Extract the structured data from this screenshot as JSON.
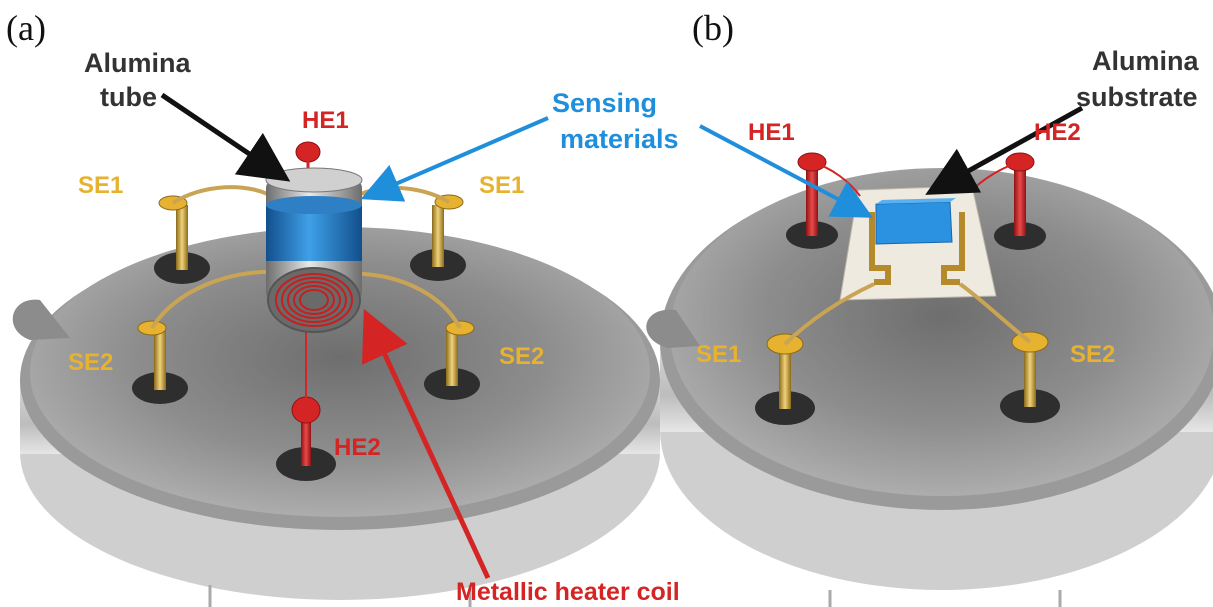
{
  "panel_a": {
    "panel_label": "(a)",
    "alumina_tube_label_line1": "Alumina",
    "alumina_tube_label_line2": "tube",
    "he1": "HE1",
    "he2": "HE2",
    "se1_left": "SE1",
    "se1_right": "SE1",
    "se2_left": "SE2",
    "se2_right": "SE2",
    "sensing_label_line1": "Sensing",
    "sensing_label_line2": "materials",
    "heater_label": "Metallic heater coil"
  },
  "panel_b": {
    "panel_label": "(b)",
    "alumina_substrate_label_line1": "Alumina",
    "alumina_substrate_label_line2": "substrate",
    "he1": "HE1",
    "he2": "HE2",
    "se1": "SE1",
    "se2": "SE2"
  },
  "colors": {
    "heater_red": "#d42424",
    "sensing_blue": "#1f8fdc",
    "electrode_gold": "#e6b230",
    "label_dark": "#333333",
    "base_grey": "#8a8a8a"
  }
}
